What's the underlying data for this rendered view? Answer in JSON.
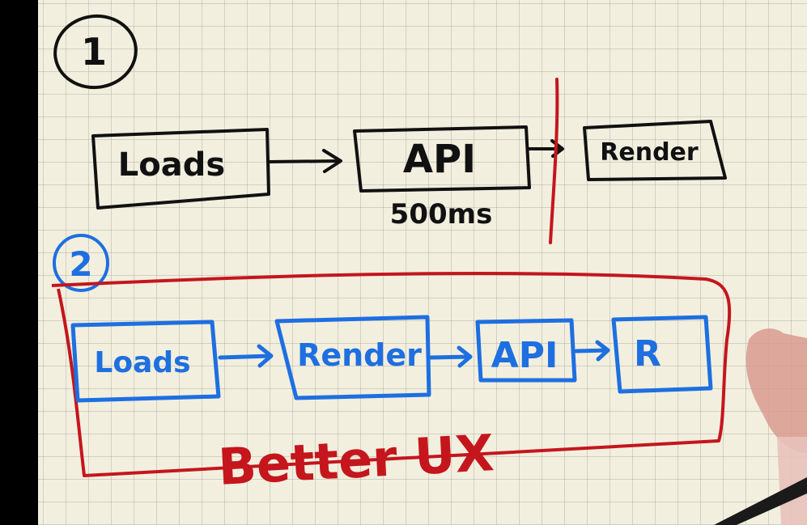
{
  "colors": {
    "black_ink": "#111111",
    "red_ink": "#c4161c",
    "blue_ink": "#1e6fe0"
  },
  "section1": {
    "number": "1",
    "boxes": [
      "Loads",
      "API",
      "Render"
    ],
    "api_time": "500ms"
  },
  "section2": {
    "number": "2",
    "boxes": [
      "Loads",
      "Render",
      "API",
      "R"
    ],
    "caption": "Better UX"
  }
}
